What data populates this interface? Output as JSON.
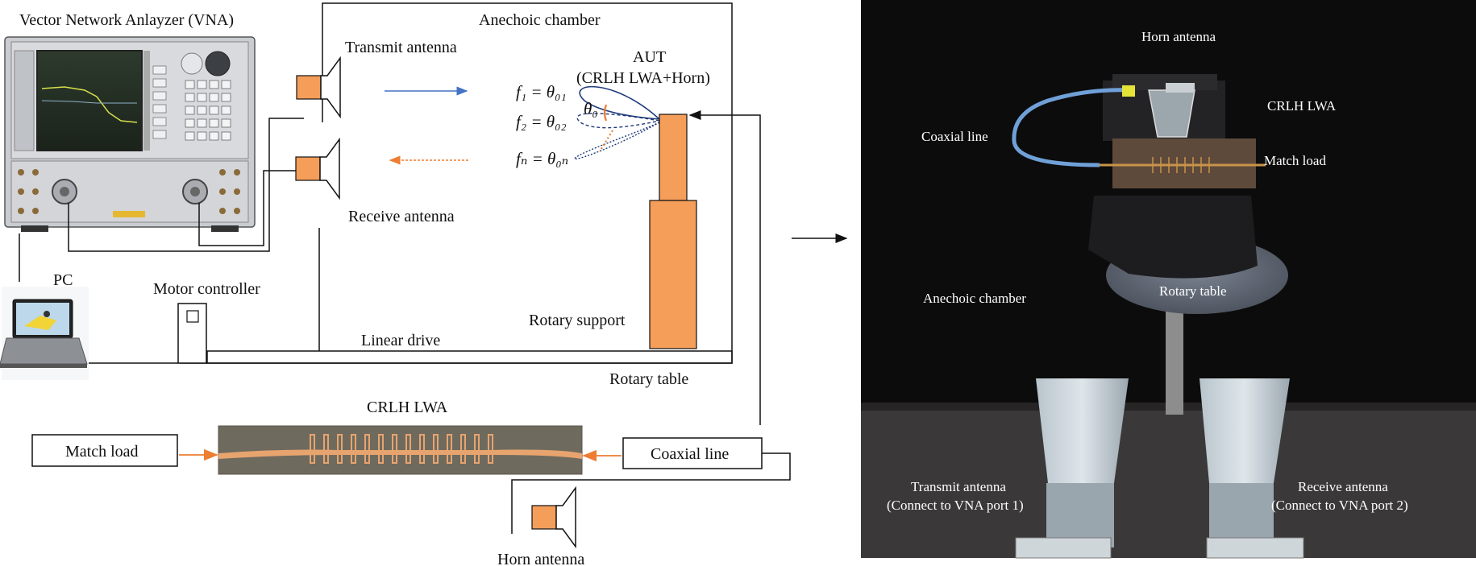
{
  "colors": {
    "accent_orange": "#F59E5A",
    "arrow_blue": "#4472C4",
    "arrow_orange": "#ED7D31",
    "stripline": "#E8A46E",
    "photo_background": "#0c0c0c",
    "photo_floor": "#3a3838"
  },
  "schematic": {
    "vna_label": "Vector Network Anlayzer (VNA)",
    "anechoic_chamber": "Anechoic chamber",
    "transmit_antenna": "Transmit antenna",
    "receive_antenna": "Receive antenna",
    "aut_title": "AUT",
    "aut_subtitle": "(CRLH LWA+Horn)",
    "beam_f1": "f₁ = θ₀₁",
    "beam_f2": "f₂ = θ₀₂",
    "beam_fn": "fₙ = θ₀ₙ",
    "theta0": "θ₀",
    "pc": "PC",
    "motor_controller": "Motor controller",
    "linear_drive": "Linear drive",
    "rotary_support": "Rotary support",
    "rotary_table": "Rotary table",
    "crlh_lwa": "CRLH LWA",
    "match_load": "Match load",
    "coaxial_line": "Coaxial line",
    "horn_antenna": "Horn antenna"
  },
  "photo": {
    "horn_antenna": "Horn antenna",
    "crlh_lwa": "CRLH LWA",
    "coaxial_line": "Coaxial line",
    "match_load": "Match load",
    "anechoic_chamber": "Anechoic chamber",
    "rotary_table": "Rotary table",
    "transmit_antenna": "Transmit antenna",
    "transmit_port": "(Connect to VNA port 1)",
    "receive_antenna": "Receive antenna",
    "receive_port": "(Connect to VNA port 2)"
  },
  "icons": [
    "vna-instrument-icon",
    "laptop-icon",
    "horn-antenna-icon",
    "arrow-right-icon"
  ]
}
